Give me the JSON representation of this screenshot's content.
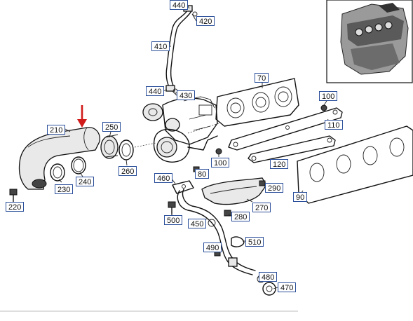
{
  "callouts": [
    {
      "id": "440a",
      "label": "440"
    },
    {
      "id": "420",
      "label": "420"
    },
    {
      "id": "410",
      "label": "410"
    },
    {
      "id": "440b",
      "label": "440"
    },
    {
      "id": "430",
      "label": "430"
    },
    {
      "id": "70",
      "label": "70"
    },
    {
      "id": "100a",
      "label": "100"
    },
    {
      "id": "110",
      "label": "110"
    },
    {
      "id": "210",
      "label": "210"
    },
    {
      "id": "250",
      "label": "250"
    },
    {
      "id": "260",
      "label": "260"
    },
    {
      "id": "100b",
      "label": "100"
    },
    {
      "id": "120",
      "label": "120"
    },
    {
      "id": "80",
      "label": "80"
    },
    {
      "id": "460",
      "label": "460"
    },
    {
      "id": "290",
      "label": "290"
    },
    {
      "id": "90",
      "label": "90"
    },
    {
      "id": "230",
      "label": "230"
    },
    {
      "id": "240",
      "label": "240"
    },
    {
      "id": "220",
      "label": "220"
    },
    {
      "id": "270",
      "label": "270"
    },
    {
      "id": "280",
      "label": "280"
    },
    {
      "id": "500",
      "label": "500"
    },
    {
      "id": "450",
      "label": "450"
    },
    {
      "id": "510",
      "label": "510"
    },
    {
      "id": "490",
      "label": "490"
    },
    {
      "id": "480",
      "label": "480"
    },
    {
      "id": "470",
      "label": "470"
    }
  ],
  "colors": {
    "callout_border": "#2b4f9a",
    "indicator_arrow": "#d11a1a",
    "line": "#111111",
    "background": "#ffffff"
  },
  "icons": {
    "indicator": "red-down-arrow-icon",
    "inset": "engine-thumbnail-icon"
  }
}
